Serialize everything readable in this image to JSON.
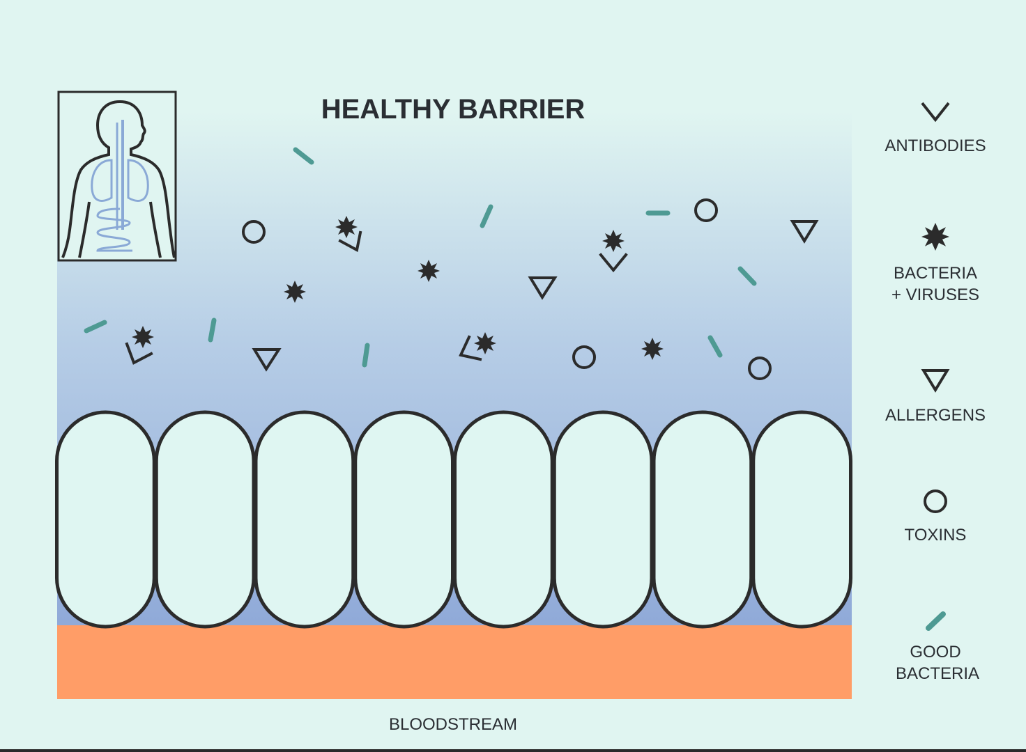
{
  "title": "HEALTHY BARRIER",
  "bottom_label": "BLOODSTREAM",
  "colors": {
    "page_background": "#e0f5f1",
    "lumen_top": "#e0f5f1",
    "lumen_bottom": "#8fa9d8",
    "cell_fill": "#dff6f2",
    "cell_stroke": "#2b2b2b",
    "bloodstream": "#ff9d67",
    "good_bacteria": "#4e9a93",
    "pathogen": "#2b2b2b",
    "body_icon_organs": "#8aa9d6"
  },
  "legend": [
    {
      "icon": "antibody-icon",
      "lines": [
        "ANTIBODIES"
      ]
    },
    {
      "icon": "bacteria-virus-icon",
      "lines": [
        "BACTERIA",
        "+ VIRUSES"
      ]
    },
    {
      "icon": "allergen-icon",
      "lines": [
        "ALLERGENS"
      ]
    },
    {
      "icon": "toxin-icon",
      "lines": [
        "TOXINS"
      ]
    },
    {
      "icon": "good-bacteria-icon",
      "lines": [
        "GOOD",
        "BACTERIA"
      ]
    }
  ],
  "epithelial_cell_count": 8,
  "body_icon": "human-silhouette-icon"
}
